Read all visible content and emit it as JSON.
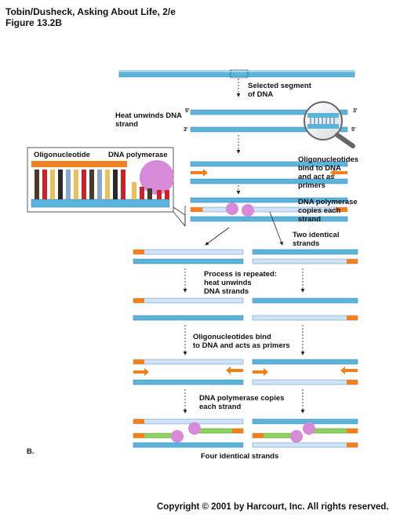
{
  "header": {
    "book": "Tobin/Dusheck, Asking About Life, 2/e",
    "figure": "Figure 13.2B"
  },
  "labels": {
    "selected_segment": [
      "Selected segment",
      "of DNA"
    ],
    "heat_unwinds": [
      "Heat unwinds DNA",
      "strand"
    ],
    "oligo_bind": [
      "Oligonucleotides",
      "bind to DNA",
      "and act as",
      "primers"
    ],
    "polymerase_copies": [
      "DNA polymerase",
      "copies each",
      "strand"
    ],
    "two_identical": [
      "Two identical",
      "strands"
    ],
    "process_repeated": [
      "Process is repeated:",
      "heat unwinds",
      "DNA strands"
    ],
    "oligo_bind_2": [
      "Oligonucleotides bind",
      "to DNA and acts as primers"
    ],
    "polymerase_copies_2": [
      "DNA polymerase copies",
      "each strand"
    ],
    "four_identical": "Four identical strands",
    "panel_letter": "B."
  },
  "inset": {
    "oligonucleotide": "Oligonucleotide",
    "dna_polymerase": "DNA polymerase"
  },
  "strand_ends": {
    "five_prime": "5'",
    "three_prime": "3'"
  },
  "copyright": "Copyright © 2001 by Harcourt, Inc. All rights reserved.",
  "colors": {
    "dna_blue": "#5bb4dc",
    "dna_light": "#cfe3f6",
    "primer_orange": "#f08020",
    "polymerase_pink": "#d68ad8",
    "new_green": "#8fd060"
  }
}
